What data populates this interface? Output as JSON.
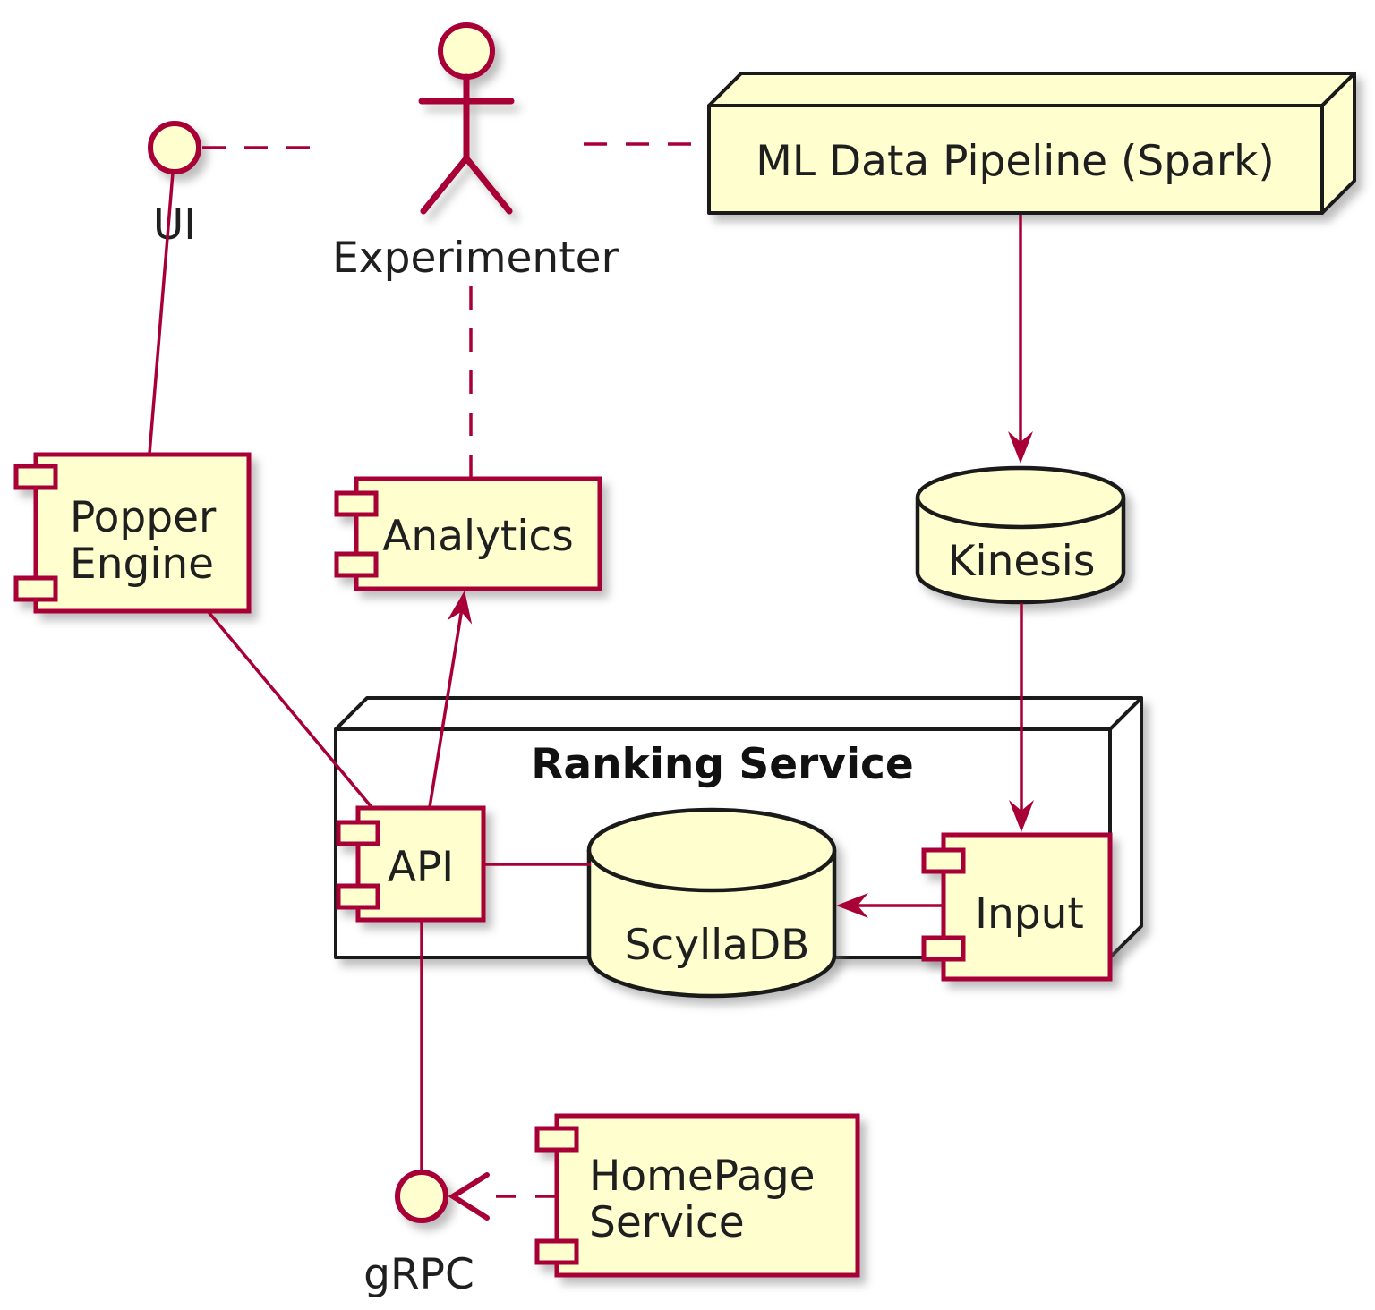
{
  "diagram": {
    "type": "component-diagram",
    "tool_style": "plantuml"
  },
  "colors": {
    "shape_fill": "#FEFECE",
    "component_border": "#A80036",
    "edge_color": "#A80036",
    "node_border": "#1a1a1a",
    "node_fill": "#ffffff",
    "text": "#1f1f1f",
    "background": "#ffffff"
  },
  "actor": {
    "label": "Experimenter"
  },
  "interfaces": {
    "ui": {
      "label": "UI"
    },
    "grpc": {
      "label": "gRPC"
    }
  },
  "nodes": {
    "ml_data_pipeline": {
      "label": "ML Data Pipeline (Spark)"
    },
    "ranking_service": {
      "label": "Ranking Service"
    }
  },
  "components": {
    "popper_engine": {
      "line1": "Popper",
      "line2": "Engine"
    },
    "analytics": {
      "label": "Analytics"
    },
    "api": {
      "label": "API"
    },
    "input": {
      "label": "Input"
    },
    "homepage_service": {
      "line1": "HomePage",
      "line2": "Service"
    }
  },
  "databases": {
    "kinesis": {
      "label": "Kinesis"
    },
    "scylladb": {
      "label": "ScyllaDB"
    }
  },
  "edges": [
    {
      "from": "UI",
      "to": "Experimenter",
      "style": "dashed",
      "arrow": "none"
    },
    {
      "from": "Experimenter",
      "to": "ML Data Pipeline (Spark)",
      "style": "dashed",
      "arrow": "none"
    },
    {
      "from": "Experimenter",
      "to": "Analytics",
      "style": "dashed",
      "arrow": "none"
    },
    {
      "from": "UI",
      "to": "Popper Engine",
      "style": "solid",
      "arrow": "none"
    },
    {
      "from": "ML Data Pipeline (Spark)",
      "to": "Kinesis",
      "style": "solid",
      "arrow": "filled"
    },
    {
      "from": "Kinesis",
      "to": "Input",
      "style": "solid",
      "arrow": "filled"
    },
    {
      "from": "Popper Engine",
      "to": "API",
      "style": "solid",
      "arrow": "none"
    },
    {
      "from": "API",
      "to": "Analytics",
      "style": "solid",
      "arrow": "filled"
    },
    {
      "from": "API",
      "to": "ScyllaDB",
      "style": "solid",
      "arrow": "none"
    },
    {
      "from": "Input",
      "to": "ScyllaDB",
      "style": "solid",
      "arrow": "filled"
    },
    {
      "from": "API",
      "to": "gRPC",
      "style": "solid",
      "arrow": "none"
    },
    {
      "from": "HomePage Service",
      "to": "gRPC",
      "style": "dashed",
      "arrow": "open"
    }
  ]
}
